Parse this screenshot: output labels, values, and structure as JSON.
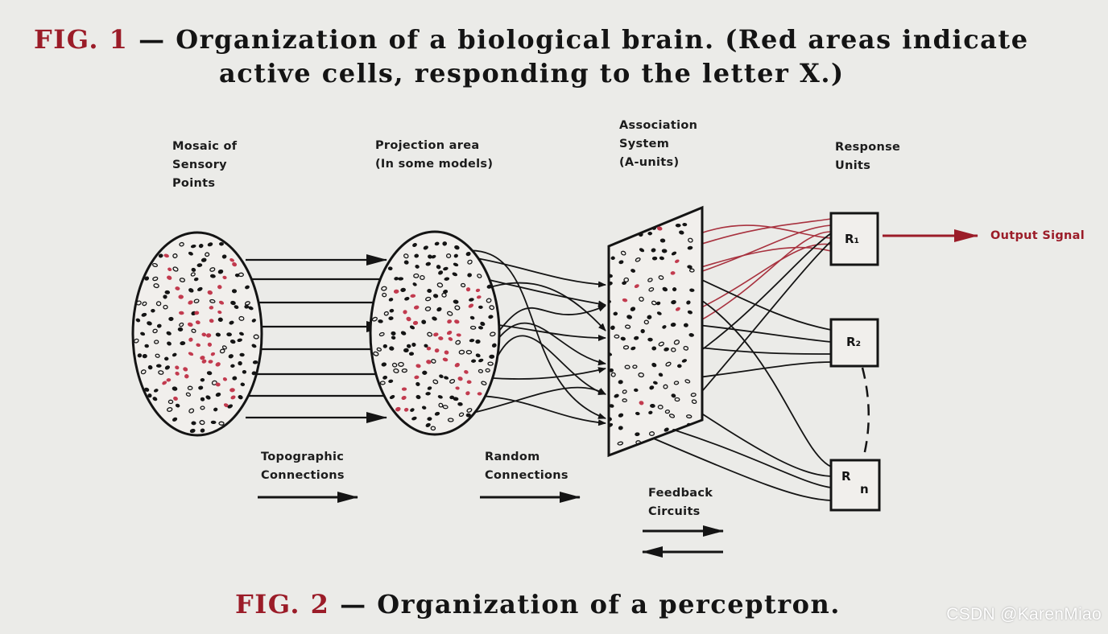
{
  "fig1": {
    "label": "FIG. 1",
    "dash": "—",
    "line1": "Organization of a biological brain.  (Red areas indicate",
    "line2": "active cells, responding to the letter X.)"
  },
  "fig2": {
    "label": "FIG. 2",
    "dash": "—",
    "text": "Organization of a perceptron."
  },
  "labels": {
    "sensory": "Mosaic of\nSensory\nPoints",
    "projection": "Projection area\n(In some models)",
    "association": "Association\nSystem\n(A-units)",
    "response": "Response\nUnits",
    "output": "Output Signal",
    "topographic": "Topographic\nConnections",
    "random": "Random\nConnections",
    "feedback": "Feedback\nCircuits"
  },
  "units": {
    "r1": "R₁",
    "r2": "R₂",
    "rn_r": "R",
    "rn_n": "n"
  },
  "watermark": "CSDN @KarenMiao",
  "colors": {
    "ink": "#141414",
    "accent_red": "#9b1c28",
    "active_red": "#c23a4e",
    "background": "#ebebe8"
  }
}
